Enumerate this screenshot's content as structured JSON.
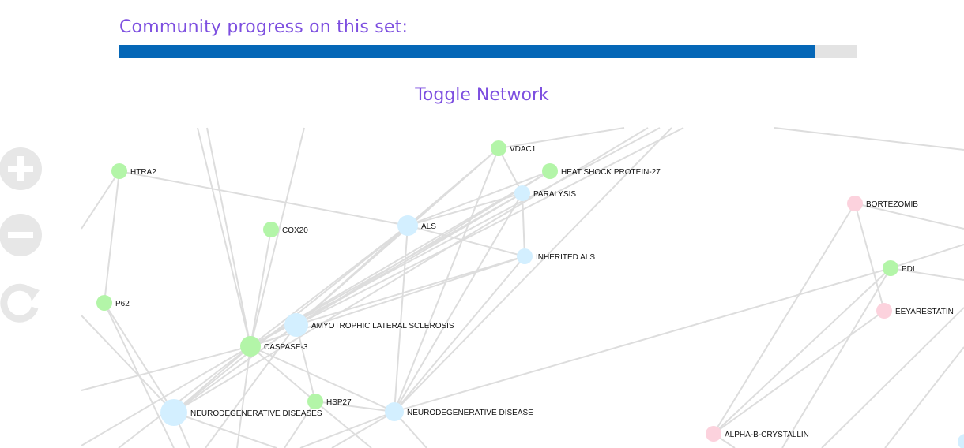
{
  "progress": {
    "title": "Community progress on this set:",
    "fraction": 0.942,
    "fill_color": "#0567b7",
    "track_color": "#e3e3e3"
  },
  "toggle": {
    "label": "Toggle Network"
  },
  "controls": [
    {
      "name": "zoom-in-icon"
    },
    {
      "name": "zoom-out-icon"
    },
    {
      "name": "reset-icon"
    }
  ],
  "network": {
    "colors": {
      "green": "#b3f5a8",
      "blue": "#d3efff",
      "pink": "#fcd2dd",
      "edge": "#dddddd"
    },
    "nodes": [
      {
        "label": "HTRA2",
        "color": "green"
      },
      {
        "label": "VDAC1",
        "color": "green"
      },
      {
        "label": "HEAT SHOCK PROTEIN-27",
        "color": "green"
      },
      {
        "label": "PARALYSIS",
        "color": "blue"
      },
      {
        "label": "BORTEZOMIB",
        "color": "pink"
      },
      {
        "label": "ALS",
        "color": "blue"
      },
      {
        "label": "COX20",
        "color": "green"
      },
      {
        "label": "INHERITED ALS",
        "color": "blue"
      },
      {
        "label": "PDI",
        "color": "green"
      },
      {
        "label": "P62",
        "color": "green"
      },
      {
        "label": "EEYARESTATIN",
        "color": "pink"
      },
      {
        "label": "AMYOTROPHIC LATERAL SCLEROSIS",
        "color": "blue"
      },
      {
        "label": "CASPASE-3",
        "color": "green"
      },
      {
        "label": "HSP27",
        "color": "green"
      },
      {
        "label": "NEURODEGENERATIVE DISEASE",
        "color": "blue"
      },
      {
        "label": "NEURODEGENERATIVE DISEASES",
        "color": "blue"
      },
      {
        "label": "ALPHA-B-CRYSTALLIN",
        "color": "pink"
      }
    ]
  }
}
